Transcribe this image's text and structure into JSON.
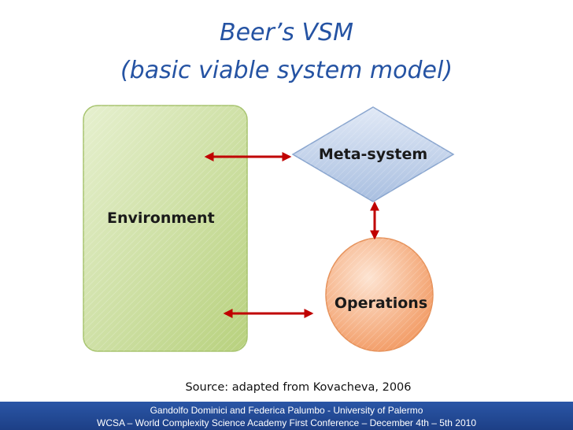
{
  "slide": {
    "title_line1": "Beer’s VSM",
    "title_line2": "(basic viable system model)"
  },
  "diagram": {
    "environment_label": "Environment",
    "metasystem_label": "Meta-system",
    "operations_label": "Operations",
    "colors": {
      "environment_fill": "#cfe3a6",
      "environment_stroke": "#a7c46f",
      "metasystem_fill": "#c7d6ec",
      "metasystem_stroke": "#8aa6cf",
      "operations_fill": "#f7b68a",
      "operations_stroke": "#e6925b",
      "arrow": "#c00000"
    }
  },
  "source_text": "Source: adapted from Kovacheva, 2006",
  "footer": {
    "line1": "Gandolfo Dominici and Federica Palumbo  - University of Palermo",
    "line2": "WCSA – World Complexity Science Academy First Conference – December 4th – 5th 2010",
    "background": "#1f4590"
  }
}
